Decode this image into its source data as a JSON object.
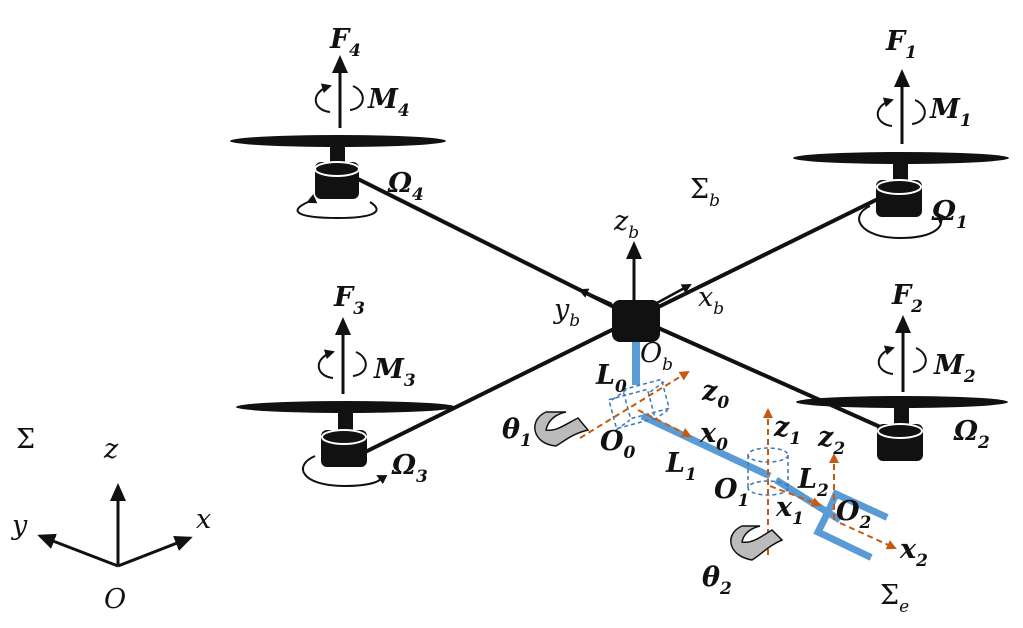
{
  "rotors": [
    {
      "force": {
        "letter": "F",
        "index": "4"
      },
      "moment": {
        "letter": "M",
        "index": "4"
      },
      "speed": {
        "letter": "Ω",
        "index": "4"
      }
    },
    {
      "force": {
        "letter": "F",
        "index": "1"
      },
      "moment": {
        "letter": "M",
        "index": "1"
      },
      "speed": {
        "letter": "Ω",
        "index": "1"
      }
    },
    {
      "force": {
        "letter": "F",
        "index": "3"
      },
      "moment": {
        "letter": "M",
        "index": "3"
      },
      "speed": {
        "letter": "Ω",
        "index": "3"
      }
    },
    {
      "force": {
        "letter": "F",
        "index": "2"
      },
      "moment": {
        "letter": "M",
        "index": "2"
      },
      "speed": {
        "letter": "Ω",
        "index": "2"
      }
    }
  ],
  "body_frame": {
    "name": {
      "letter": "Σ",
      "index": "b"
    },
    "z": {
      "letter": "z",
      "index": "b"
    },
    "x": {
      "letter": "x",
      "index": "b"
    },
    "y": {
      "letter": "y",
      "index": "b"
    },
    "origin": {
      "letter": "O",
      "index": "b"
    }
  },
  "world_frame": {
    "name": "Σ",
    "x": "x",
    "y": "y",
    "z": "z",
    "origin": "O"
  },
  "manipulator": {
    "links": [
      {
        "letter": "L",
        "index": "0"
      },
      {
        "letter": "L",
        "index": "1"
      },
      {
        "letter": "L",
        "index": "2"
      }
    ],
    "joints": [
      {
        "letter": "θ",
        "index": "1"
      },
      {
        "letter": "θ",
        "index": "2"
      }
    ],
    "frames": [
      {
        "z": {
          "letter": "z",
          "index": "0"
        },
        "x": {
          "letter": "x",
          "index": "0"
        },
        "origin": {
          "letter": "O",
          "index": "0"
        }
      },
      {
        "z": {
          "letter": "z",
          "index": "1"
        },
        "x": {
          "letter": "x",
          "index": "1"
        },
        "origin": {
          "letter": "O",
          "index": "1"
        }
      },
      {
        "z": {
          "letter": "z",
          "index": "2"
        },
        "x": {
          "letter": "x",
          "index": "2"
        },
        "origin": {
          "letter": "O",
          "index": "2"
        }
      }
    ],
    "end_effector_frame": {
      "letter": "Σ",
      "index": "e"
    }
  },
  "colors": {
    "arm": "#5b9bd5",
    "axis_dashed": "#c55a11",
    "frame": "#111111",
    "joint_box": "#3a78b5"
  }
}
